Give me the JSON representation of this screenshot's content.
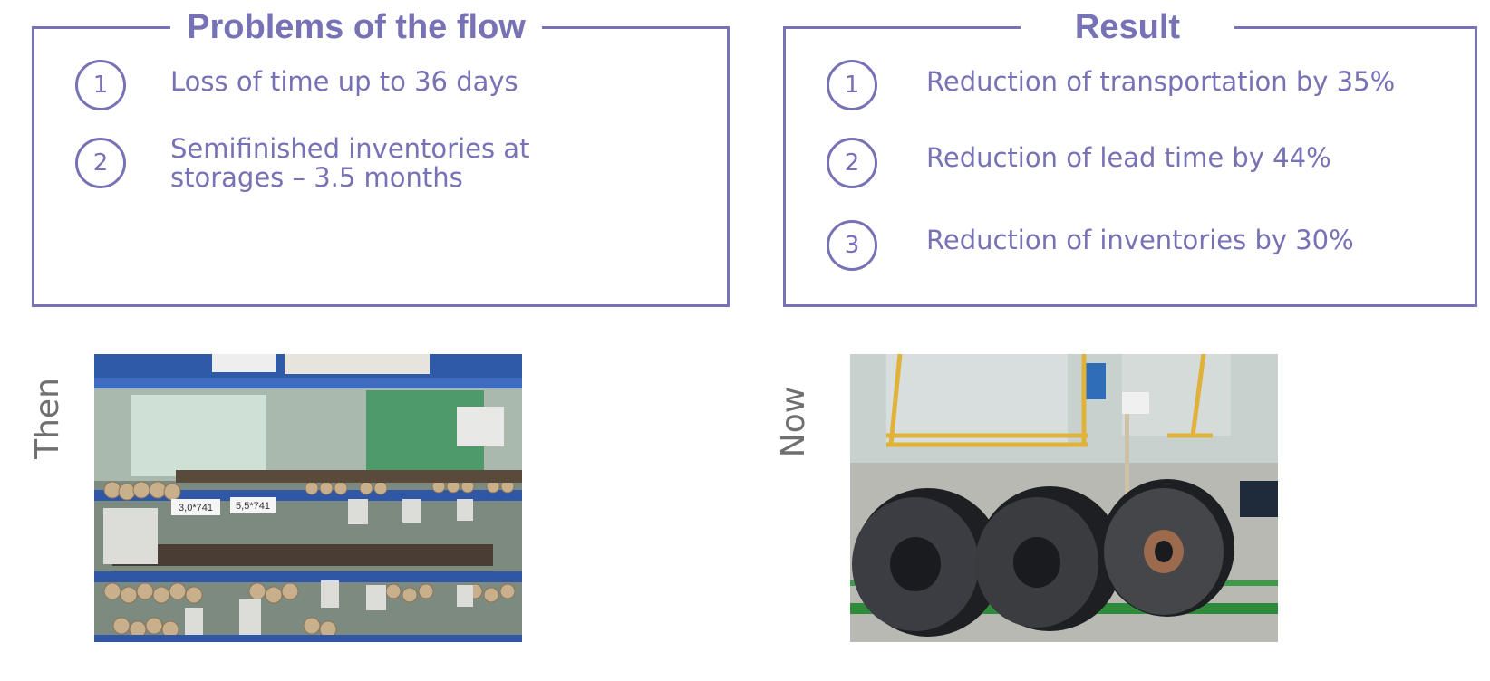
{
  "problems": {
    "title": "Problems of the flow",
    "items": [
      {
        "number": "1",
        "lines": [
          "Loss of time up to 36 days"
        ]
      },
      {
        "number": "2",
        "lines": [
          "Semifinished inventories at",
          "storages – 3.5 months"
        ]
      }
    ]
  },
  "result": {
    "title": "Result",
    "items": [
      {
        "number": "1",
        "text": "Reduction of transportation by 35%"
      },
      {
        "number": "2",
        "text": "Reduction of lead time by 44%"
      },
      {
        "number": "3",
        "text": "Reduction of inventories by 30%"
      }
    ]
  },
  "then": {
    "label": "Then",
    "photo": {
      "tags": [
        "3,0*741",
        "5,5*741"
      ]
    }
  },
  "now": {
    "label": "Now"
  },
  "colors": {
    "accent": "#7772b5",
    "label_gray": "#6f6f6f"
  }
}
